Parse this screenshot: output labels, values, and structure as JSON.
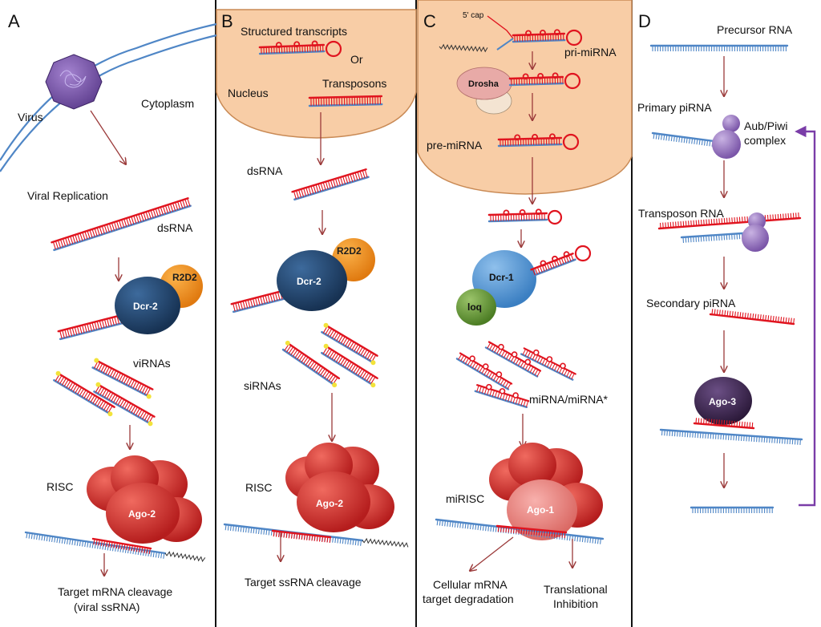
{
  "panels": {
    "A": {
      "letter": "A",
      "virus": "Virus",
      "cytoplasm": "Cytoplasm",
      "viral_replication": "Viral Replication",
      "dsrna": "dsRNA",
      "r2d2": "R2D2",
      "dcr2": "Dcr-2",
      "virnas": "viRNAs",
      "risc": "RISC",
      "ago2": "Ago-2",
      "outcome_line1": "Target mRNA cleavage",
      "outcome_line2": "(viral ssRNA)"
    },
    "B": {
      "letter": "B",
      "structured": "Structured transcripts",
      "or": "Or",
      "nucleus": "Nucleus",
      "transposons": "Transposons",
      "dsrna": "dsRNA",
      "r2d2": "R2D2",
      "dcr2": "Dcr-2",
      "sirnas": "siRNAs",
      "risc": "RISC",
      "ago2": "Ago-2",
      "outcome": "Target ssRNA cleavage"
    },
    "C": {
      "letter": "C",
      "cap": "5' cap",
      "pri": "pri-miRNA",
      "drosha": "Drosha",
      "pre": "pre-miRNA",
      "dcr1": "Dcr-1",
      "loq": "loq",
      "mirna": "miRNA/miRNA*",
      "mirisc": "miRISC",
      "ago1": "Ago-1",
      "out1_line1": "Cellular mRNA",
      "out1_line2": "target degradation",
      "out2_line1": "Translational",
      "out2_line2": "Inhibition"
    },
    "D": {
      "letter": "D",
      "precursor": "Precursor RNA",
      "primary": "Primary piRNA",
      "aub1": "Aub/Piwi",
      "aub2": "complex",
      "transposon": "Transposon RNA",
      "secondary": "Secondary piRNA",
      "ago3": "Ago-3"
    }
  },
  "colors": {
    "rna_red": "#e0141f",
    "rna_blue": "#4f86c6",
    "nucleus": "#f8cda6",
    "nucleus_edge": "#c98a55",
    "arrow": "#9b3a3a",
    "dcr2": "#1f3f66",
    "r2d2": "#f3901c",
    "ago": "#c62424",
    "dcr1": "#4f95d4",
    "loq": "#5f9631",
    "drosha": "#e8aaa7",
    "ago3": "#3b2650",
    "aub": "#8c68b8",
    "feedback": "#7a3da8",
    "divider": "#111111"
  }
}
